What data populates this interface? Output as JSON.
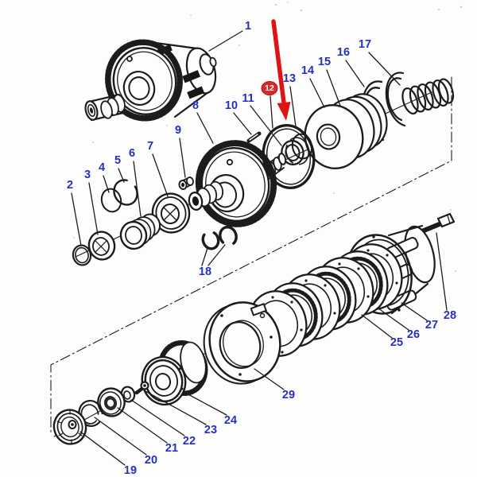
{
  "diagram": {
    "part_labels": [
      "1",
      "2",
      "3",
      "4",
      "5",
      "6",
      "7",
      "8",
      "9",
      "10",
      "11",
      "12",
      "13",
      "14",
      "15",
      "16",
      "17",
      "18",
      "19",
      "20",
      "21",
      "22",
      "23",
      "24",
      "25",
      "26",
      "27",
      "28",
      "29"
    ],
    "label_color": "#2530c4",
    "line_color": "#1c1c1c",
    "background": "#fdfdfc",
    "highlight": {
      "badge_text": "12",
      "badge_color": "#d62b2b",
      "arrow_color": "#dd1414"
    }
  }
}
